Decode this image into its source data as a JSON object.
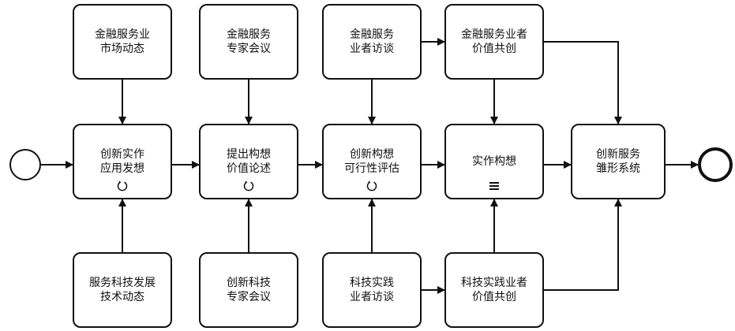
{
  "events": {
    "start": "start-event",
    "end": "end-event"
  },
  "boxes": {
    "t1": [
      "金融服务业",
      "市场动态"
    ],
    "t2": [
      "金融服务",
      "专家会议"
    ],
    "t3": [
      "金融服务",
      "业者访谈"
    ],
    "t4": [
      "金融服务业者",
      "价值共创"
    ],
    "m1": [
      "创新实作",
      "应用发想"
    ],
    "m2": [
      "提出构想",
      "价值论述"
    ],
    "m3": [
      "创新构想",
      "可行性评估"
    ],
    "m4": [
      "实作构想"
    ],
    "m5": [
      "创新服务",
      "雏形系统"
    ],
    "b1": [
      "服务科技发展",
      "技术动态"
    ],
    "b2": [
      "创新科技",
      "专家会议"
    ],
    "b3": [
      "科技实践",
      "业者访谈"
    ],
    "b4": [
      "科技实践业者",
      "价值共创"
    ]
  },
  "markers": {
    "m1": "loop-icon",
    "m2": "loop-icon",
    "m3": "loop-icon",
    "m4": "multi-instance-icon"
  },
  "colors": {
    "stroke": "#111111",
    "background": "#ffffff"
  }
}
